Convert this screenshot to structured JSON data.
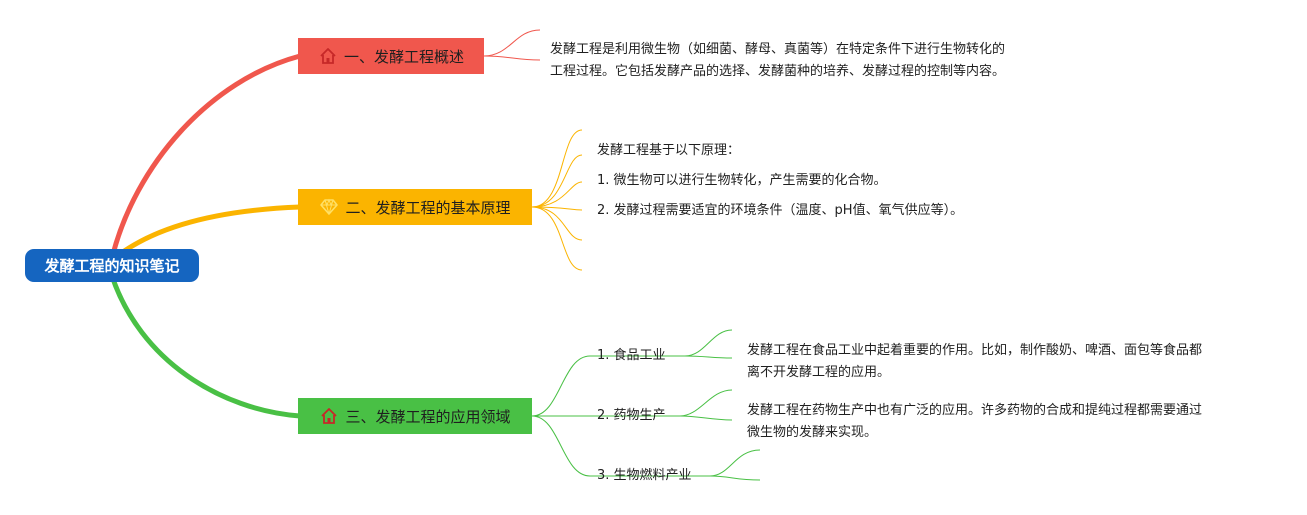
{
  "mindmap": {
    "root": {
      "title": "发酵工程的知识笔记",
      "color": "#1565c0"
    },
    "branches": [
      {
        "label": "一、发酵工程概述",
        "icon": "home-icon",
        "color": "#f0574d",
        "notes": [
          "发酵工程是利用微生物（如细菌、酵母、真菌等）在特定条件下进行生物转化的",
          "工程过程。它包括发酵产品的选择、发酵菌种的培养、发酵过程的控制等内容。"
        ]
      },
      {
        "label": "二、发酵工程的基本原理",
        "icon": "diamond-icon",
        "color": "#fbb400",
        "notes": [
          "发酵工程基于以下原理：",
          "1. 微生物可以进行生物转化，产生需要的化合物。",
          "2. 发酵过程需要适宜的环境条件（温度、pH值、氧气供应等）。"
        ]
      },
      {
        "label": "三、发酵工程的应用领域",
        "icon": "home-icon",
        "color": "#49c045",
        "children": [
          {
            "label": "1. 食品工业",
            "notes": [
              "发酵工程在食品工业中起着重要的作用。比如，制作酸奶、啤酒、面包等食品都",
              "离不开发酵工程的应用。"
            ]
          },
          {
            "label": "2. 药物生产",
            "notes": [
              "发酵工程在药物生产中也有广泛的应用。许多药物的合成和提纯过程都需要通过",
              "微生物的发酵来实现。"
            ]
          },
          {
            "label": "3. 生物燃料产业",
            "notes": []
          }
        ]
      }
    ]
  }
}
